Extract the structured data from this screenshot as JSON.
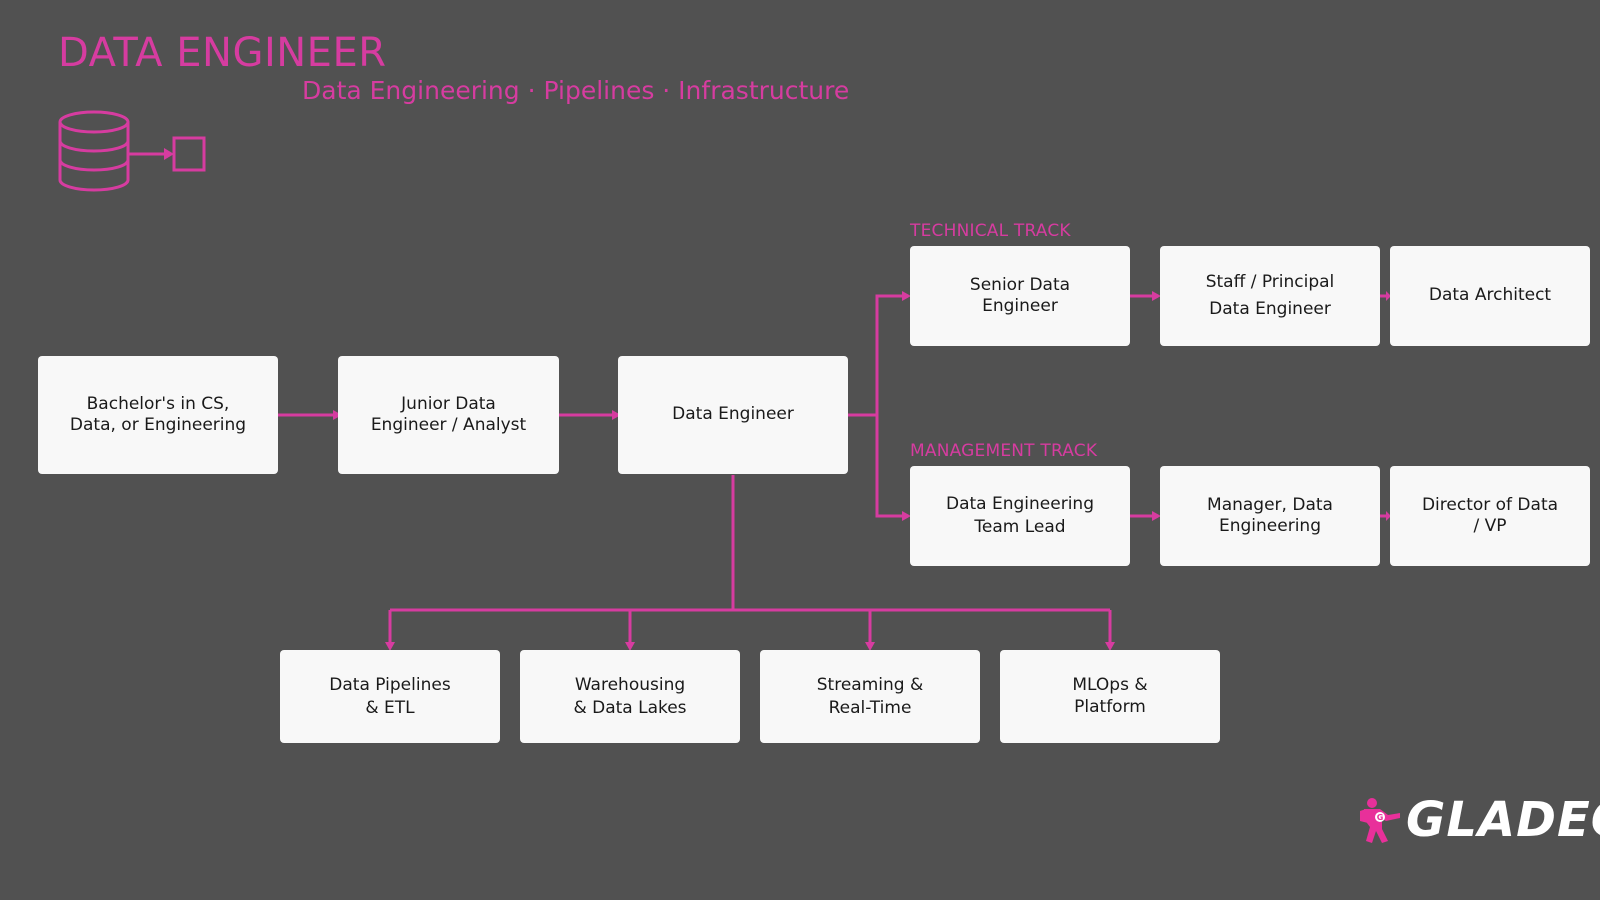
{
  "header": {
    "title": "DATA ENGINEER",
    "subtitle": "Data Engineering · Pipelines · Infrastructure",
    "icon": "database-export-icon"
  },
  "tracks": {
    "technical_label": "TECHNICAL TRACK",
    "management_label": "MANAGEMENT TRACK"
  },
  "path": {
    "education": "Bachelor's in CS,\nData, or Engineering",
    "junior": "Junior Data\nEngineer / Analyst",
    "engineer": "Data Engineer"
  },
  "technical": {
    "senior": "Senior Data\nEngineer",
    "staff": "Staff / Principal\nData Engineer",
    "architect": "Data Architect"
  },
  "management": {
    "lead": "Data Engineering\nTeam Lead",
    "manager": "Manager, Data\nEngineering",
    "director": "Director of Data\n/ VP"
  },
  "specializations": {
    "pipelines": "Data Pipelines\n& ETL",
    "warehousing": "Warehousing\n& Data Lakes",
    "streaming": "Streaming &\nReal-Time",
    "mlops": "MLOps &\nPlatform"
  },
  "brand": {
    "logo_text": "GLADEO",
    "logo_icon": "superhero-icon"
  },
  "colors": {
    "accent": "#d63ca0",
    "background": "#515151",
    "node": "#f8f8f8"
  }
}
